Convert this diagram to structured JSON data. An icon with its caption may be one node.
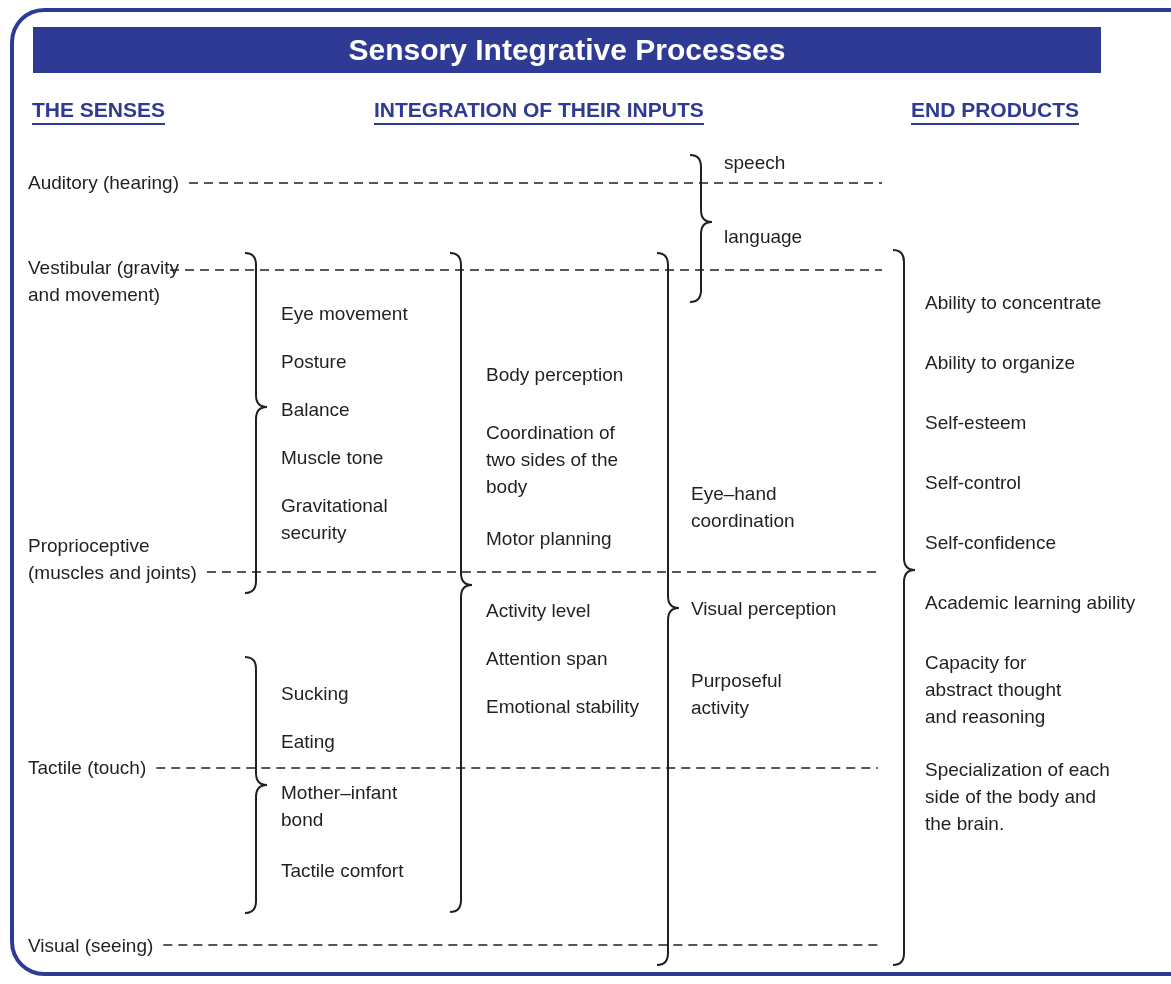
{
  "diagram": {
    "title": "Sensory Integrative Processes",
    "nodes": [
      {
        "text": [
          "Auditory (hearing)"
        ]
      },
      {
        "text": [
          "Vestibular (gravity and movement)"
        ]
      },
      {
        "text": [
          "Proprioceptive (muscles and joints)"
        ]
      },
      {
        "text": [
          "Tactile (touch)"
        ]
      },
      {
        "text": [
          "Visual (seeing)"
        ]
      }
    ],
    "edges": [
      {
        "from": 0,
        "to": null,
        "arrow": "none",
        "style": "dashed"
      },
      {
        "from": 1,
        "to": null,
        "arrow": "none",
        "style": "dashed"
      },
      {
        "from": 2,
        "to": null,
        "arrow": "none",
        "style": "dashed"
      },
      {
        "from": 3,
        "to": null,
        "arrow": "none",
        "style": "dashed"
      },
      {
        "from": 4,
        "to": null,
        "arrow": "none",
        "style": "dashed"
      }
    ],
    "labels": [
      "THE SENSES",
      "INTEGRATION OF THEIR INPUTS",
      "END PRODUCTS",
      "speech",
      "language",
      "Eye movement",
      "Posture",
      "Balance",
      "Muscle tone",
      "Gravitational security",
      "Sucking",
      "Eating",
      "Mother–infant bond",
      "Tactile comfort",
      "Body perception",
      "Coordination of two sides of the body",
      "Motor planning",
      "Activity level",
      "Attention span",
      "Emotional stability",
      "Eye–hand coordination",
      "Visual perception",
      "Purposeful activity",
      "Ability to concentrate",
      "Ability to organize",
      "Self-esteem",
      "Self-control",
      "Self-confidence",
      "Academic learning ability",
      "Capacity for abstract thought and reasoning",
      "Specialization of each side of the body and the brain."
    ]
  }
}
